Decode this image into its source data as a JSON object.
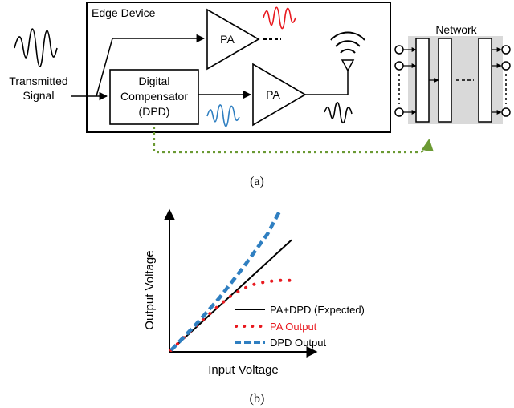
{
  "diagram_a": {
    "input_label_line1": "Transmitted",
    "input_label_line2": "Signal",
    "edge_device_title": "Edge Device",
    "pa_top_label": "PA",
    "pa_bottom_label": "PA",
    "dpd_line1": "Digital",
    "dpd_line2": "Compensator",
    "dpd_line3": "(DPD)",
    "network_title": "Network",
    "caption": "(a)",
    "colors": {
      "distorted_wave": "#e8191f",
      "predistorted_wave": "#2f7fc1",
      "feedback_arrow": "#6b9a33",
      "network_bg": "#d9d9d9"
    }
  },
  "chart_b": {
    "xlabel": "Input Voltage",
    "ylabel": "Output Voltage",
    "caption": "(b)",
    "legend": [
      {
        "label": "PA+DPD (Expected)",
        "color": "#000000",
        "style": "solid"
      },
      {
        "label": "PA Output",
        "color": "#e8191f",
        "style": "dotted"
      },
      {
        "label": "DPD Output",
        "color": "#2f7fc1",
        "style": "dashed"
      }
    ],
    "colors": {
      "pa_label": "#e8191f",
      "dpd_label": "#000000",
      "expected_label": "#000000"
    }
  },
  "chart_data": {
    "type": "line",
    "title": "",
    "xlabel": "Input Voltage",
    "ylabel": "Output Voltage",
    "xlim": [
      0,
      1
    ],
    "ylim": [
      0,
      1
    ],
    "series": [
      {
        "name": "PA+DPD (Expected)",
        "x": [
          0,
          1
        ],
        "y": [
          0,
          0.93
        ]
      },
      {
        "name": "PA Output",
        "x": [
          0,
          0.2,
          0.4,
          0.5,
          0.6,
          0.7,
          0.8,
          0.9,
          1.0
        ],
        "y": [
          0,
          0.2,
          0.38,
          0.46,
          0.52,
          0.56,
          0.58,
          0.59,
          0.59
        ]
      },
      {
        "name": "DPD Output",
        "x": [
          0,
          0.2,
          0.4,
          0.6,
          0.8,
          0.9
        ],
        "y": [
          0,
          0.21,
          0.44,
          0.7,
          0.98,
          1.17
        ]
      }
    ]
  }
}
